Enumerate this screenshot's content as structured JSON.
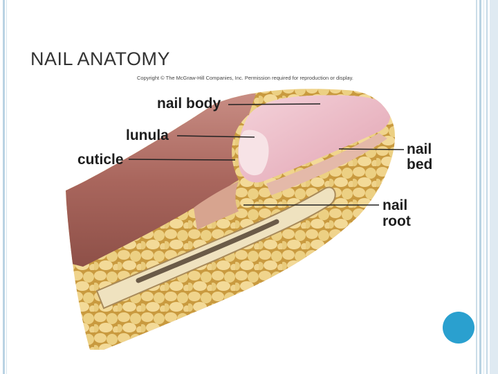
{
  "slide": {
    "title": "NAIL ANATOMY",
    "copyright": "Copyright © The McGraw-Hill Companies, Inc. Permission required for reproduction or display."
  },
  "labels": {
    "nail_body": "nail body",
    "lunula": "lunula",
    "cuticle": "cuticle",
    "nail_bed_line1": "nail",
    "nail_bed_line2": "bed",
    "nail_root_line1": "nail",
    "nail_root_line2": "root"
  },
  "colors": {
    "accent": "#2aa0cf",
    "frame": "#b9d3e3",
    "skin": "#b0726a",
    "nail": "#efc4cf",
    "fat": "#e6c774"
  }
}
